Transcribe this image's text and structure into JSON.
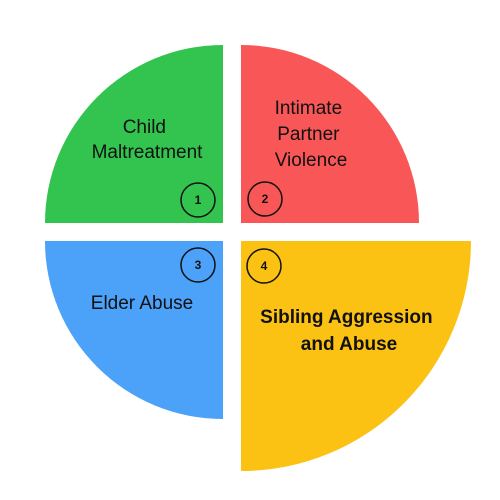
{
  "quadrants": [
    {
      "id": "top-left",
      "lines": [
        "Child",
        "Maltreatment"
      ],
      "number": "1",
      "color": "#33c34f",
      "bold": false
    },
    {
      "id": "top-right",
      "lines": [
        "Intimate",
        "Partner",
        "Violence"
      ],
      "number": "2",
      "color": "#f95757",
      "bold": false
    },
    {
      "id": "bottom-left",
      "lines": [
        "Elder Abuse"
      ],
      "number": "3",
      "color": "#4ca1f8",
      "bold": false
    },
    {
      "id": "bottom-right",
      "lines": [
        "Sibling Aggression",
        "and Abuse"
      ],
      "number": "4",
      "color": "#fbc214",
      "bold": true
    }
  ]
}
